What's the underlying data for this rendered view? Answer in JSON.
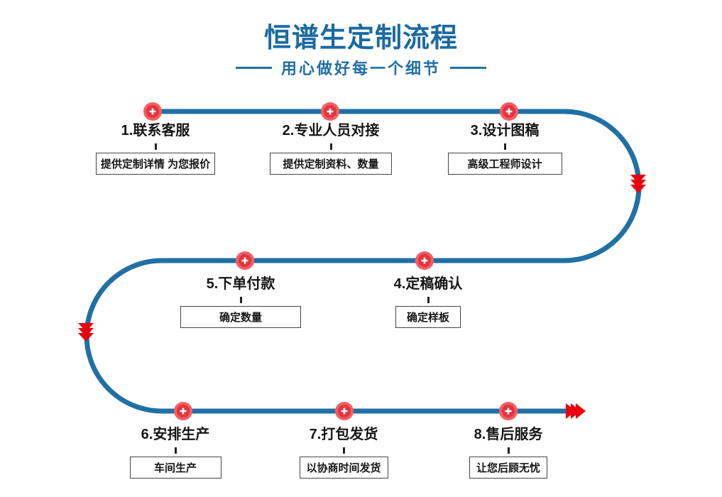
{
  "header": {
    "title": "恒谱生定制流程",
    "subtitle": "用心做好每一个细节"
  },
  "steps": [
    {
      "label": "1.联系客服",
      "detail": "提供定制详情 为您报价"
    },
    {
      "label": "2.专业人员对接",
      "detail": "提供定制资料、数量"
    },
    {
      "label": "3.设计图稿",
      "detail": "高级工程师设计"
    },
    {
      "label": "4.定稿确认",
      "detail": "确定样板"
    },
    {
      "label": "5.下单付款",
      "detail": "确定数量"
    },
    {
      "label": "6.安排生产",
      "detail": "车间生产"
    },
    {
      "label": "7.打包发货",
      "detail": "以协商时间发货"
    },
    {
      "label": "8.售后服务",
      "detail": "让您后顾无忧"
    }
  ],
  "icons": {
    "marker": "plus-marker-icon",
    "right_curve_arrow": "triple-chevron-down-icon",
    "left_curve_arrow": "triple-chevron-down-icon",
    "end_arrow": "triple-chevron-right-icon"
  },
  "colors": {
    "line_blue": "#2170a5",
    "heading_blue": "#1a6aa2",
    "marker_outer_red": "#f15f65",
    "marker_inner_red": "#e5333d",
    "arrow_red": "#e8000d",
    "text_dark": "#151515",
    "box_border": "#454545"
  }
}
